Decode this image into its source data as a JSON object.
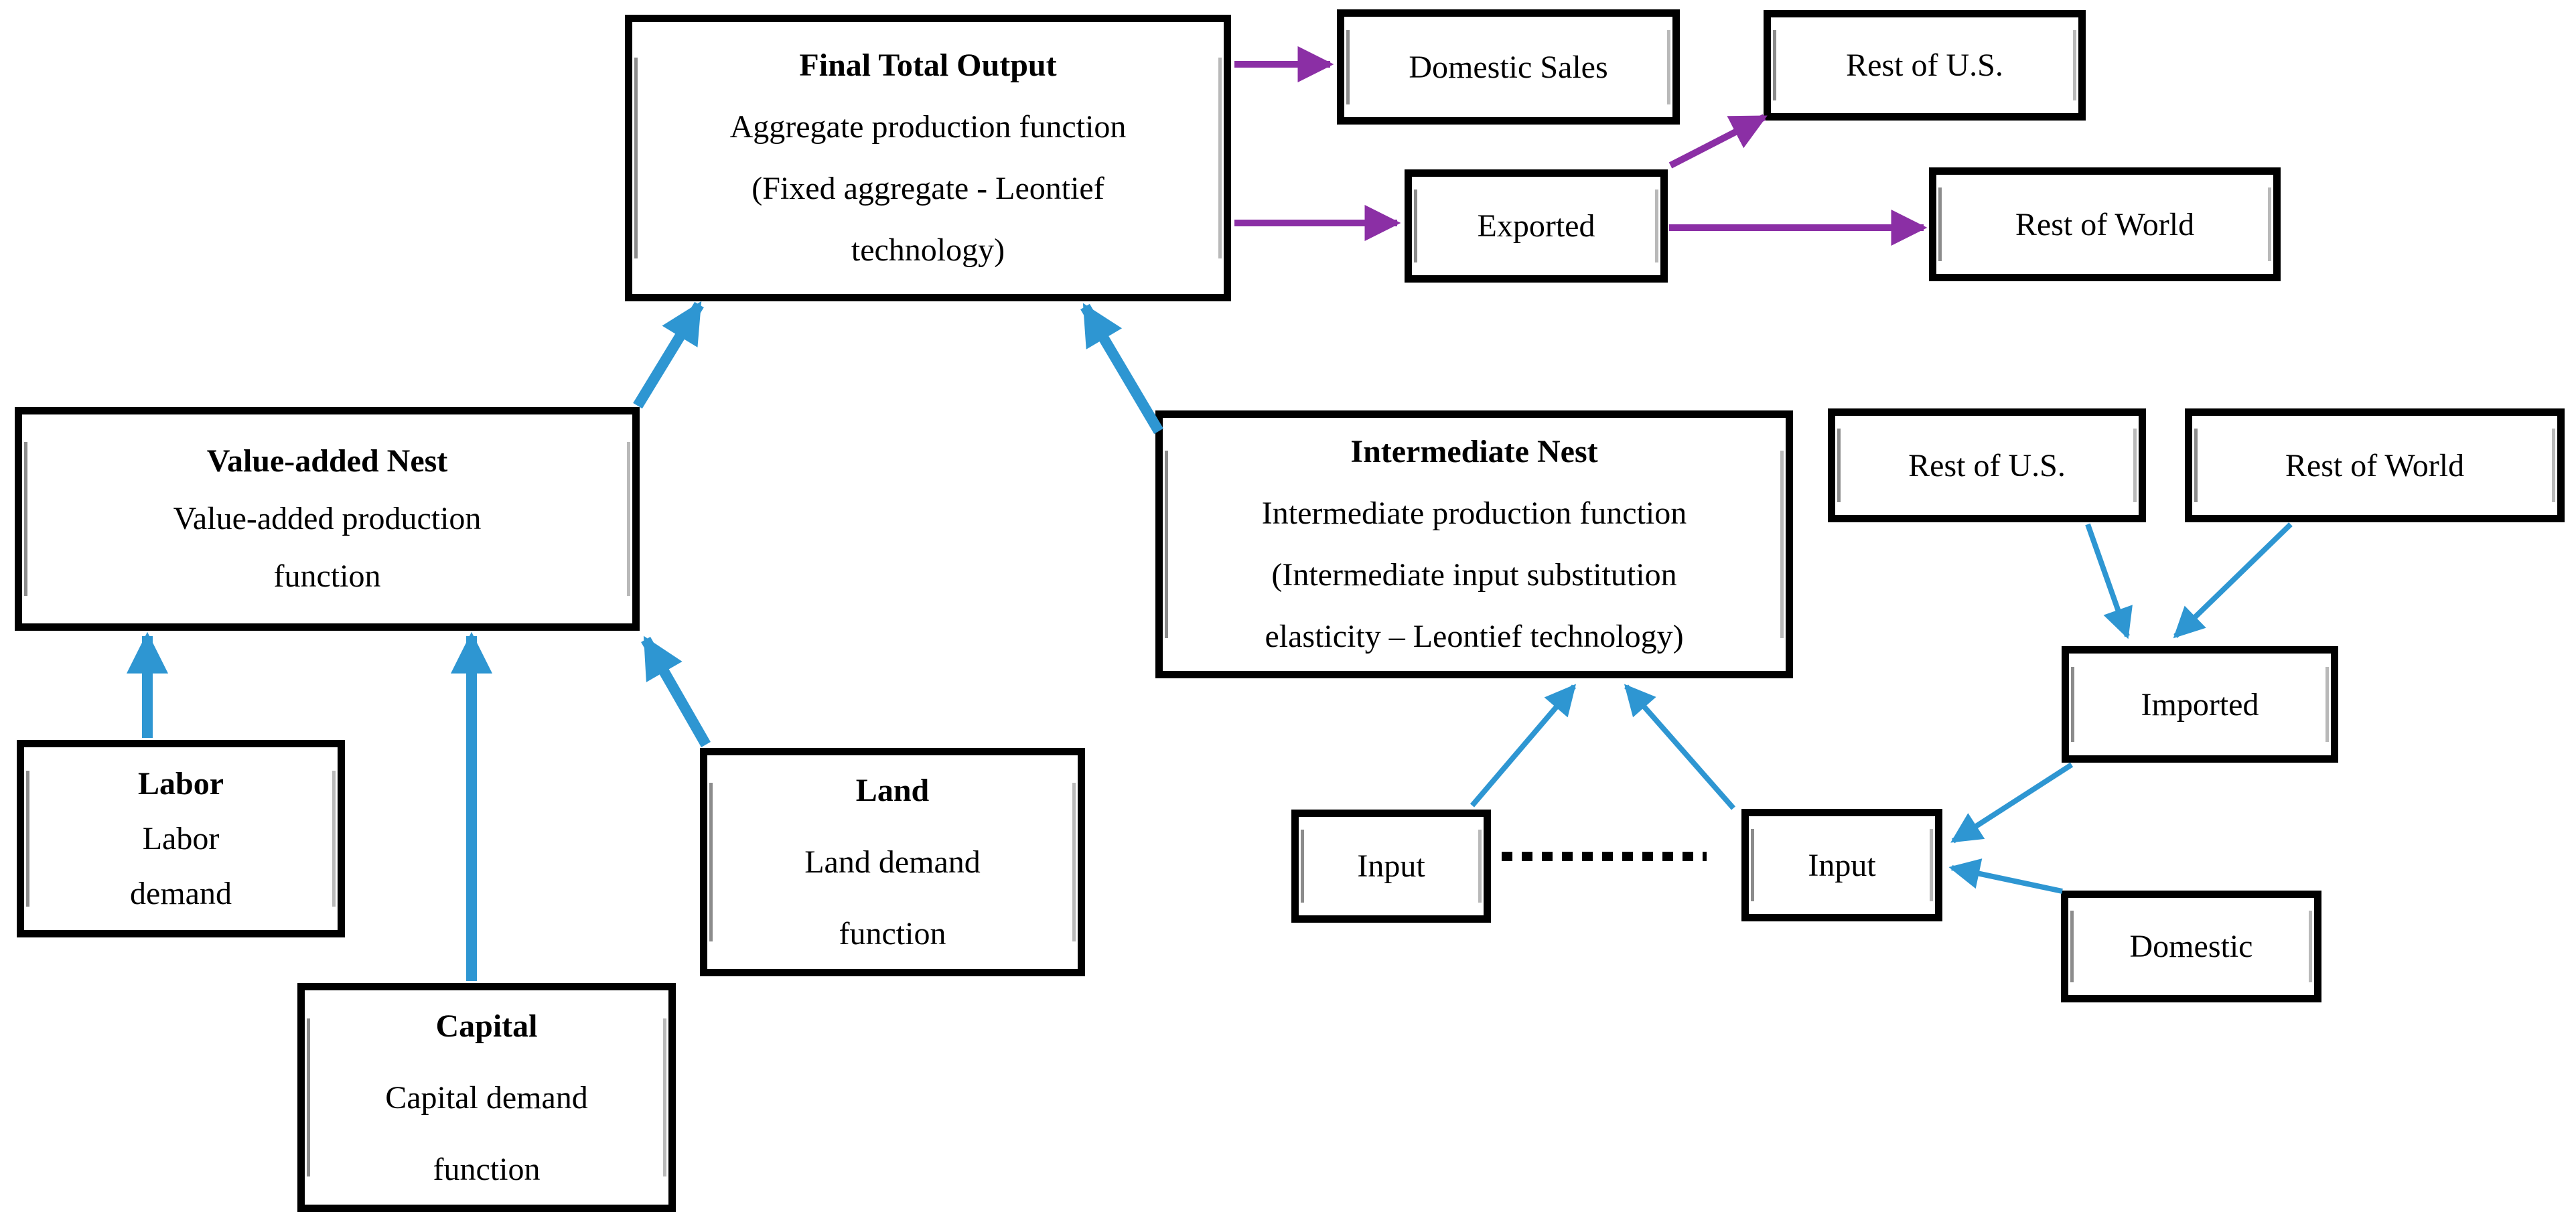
{
  "diagram_title": "Production structure flow diagram",
  "colors": {
    "arrow_blue": "#2E96D2",
    "arrow_purple": "#8B2FA5",
    "box_border": "#000000",
    "background": "#FFFFFF",
    "inner_shadow_gray": "#8C8C8C"
  },
  "nodes": {
    "final_total_output": {
      "title": "Final Total Output",
      "line1": "Aggregate production function",
      "line2": "(Fixed aggregate - Leontief",
      "line3": "technology)"
    },
    "domestic_sales": {
      "title": "Domestic Sales"
    },
    "rest_of_us_top": {
      "title": "Rest of U.S."
    },
    "exported": {
      "title": "Exported"
    },
    "rest_of_world_top": {
      "title": "Rest of World"
    },
    "value_added_nest": {
      "title": "Value-added Nest",
      "line1": "Value-added production",
      "line2": "function"
    },
    "intermediate_nest": {
      "title": "Intermediate Nest",
      "line1": "Intermediate production function",
      "line2": "(Intermediate input substitution",
      "line3": "elasticity – Leontief technology)"
    },
    "rest_of_us_right": {
      "title": "Rest of U.S."
    },
    "rest_of_world_right": {
      "title": "Rest of World"
    },
    "imported": {
      "title": "Imported"
    },
    "labor": {
      "title": "Labor",
      "line1": "Labor",
      "line2": "demand"
    },
    "land": {
      "title": "Land",
      "line1": "Land demand",
      "line2": "function"
    },
    "capital": {
      "title": "Capital",
      "line1": "Capital demand",
      "line2": "function"
    },
    "input_left": {
      "title": "Input"
    },
    "input_right": {
      "title": "Input"
    },
    "domestic": {
      "title": "Domestic"
    }
  },
  "edges": [
    {
      "name": "fto-to-domestic-sales",
      "from": "final_total_output",
      "to": "domestic_sales",
      "color": "purple",
      "style": "solid"
    },
    {
      "name": "fto-to-exported",
      "from": "final_total_output",
      "to": "exported",
      "color": "purple",
      "style": "solid"
    },
    {
      "name": "exported-to-rest-of-us",
      "from": "exported",
      "to": "rest_of_us_top",
      "color": "purple",
      "style": "solid"
    },
    {
      "name": "exported-to-rest-of-world",
      "from": "exported",
      "to": "rest_of_world_top",
      "color": "purple",
      "style": "solid"
    },
    {
      "name": "value-added-nest-to-fto",
      "from": "value_added_nest",
      "to": "final_total_output",
      "color": "blue",
      "style": "thick"
    },
    {
      "name": "intermediate-nest-to-fto",
      "from": "intermediate_nest",
      "to": "final_total_output",
      "color": "blue",
      "style": "thick"
    },
    {
      "name": "labor-to-value-added-nest",
      "from": "labor",
      "to": "value_added_nest",
      "color": "blue",
      "style": "thick"
    },
    {
      "name": "capital-to-value-added-nest",
      "from": "capital",
      "to": "value_added_nest",
      "color": "blue",
      "style": "thick"
    },
    {
      "name": "land-to-value-added-nest",
      "from": "land",
      "to": "value_added_nest",
      "color": "blue",
      "style": "thick"
    },
    {
      "name": "input-left-to-intermediate-nest",
      "from": "input_left",
      "to": "intermediate_nest",
      "color": "blue",
      "style": "thin"
    },
    {
      "name": "input-right-to-intermediate-nest",
      "from": "input_right",
      "to": "intermediate_nest",
      "color": "blue",
      "style": "thin"
    },
    {
      "name": "rest-of-us-to-imported",
      "from": "rest_of_us_right",
      "to": "imported",
      "color": "blue",
      "style": "thin"
    },
    {
      "name": "rest-of-world-to-imported",
      "from": "rest_of_world_right",
      "to": "imported",
      "color": "blue",
      "style": "thin"
    },
    {
      "name": "imported-to-input",
      "from": "imported",
      "to": "input_right",
      "color": "blue",
      "style": "thin"
    },
    {
      "name": "domestic-to-input",
      "from": "domestic",
      "to": "input_right",
      "color": "blue",
      "style": "thin"
    },
    {
      "name": "input-ellipsis",
      "from": "input_left",
      "to": "input_right",
      "color": "black",
      "style": "dotted"
    }
  ]
}
